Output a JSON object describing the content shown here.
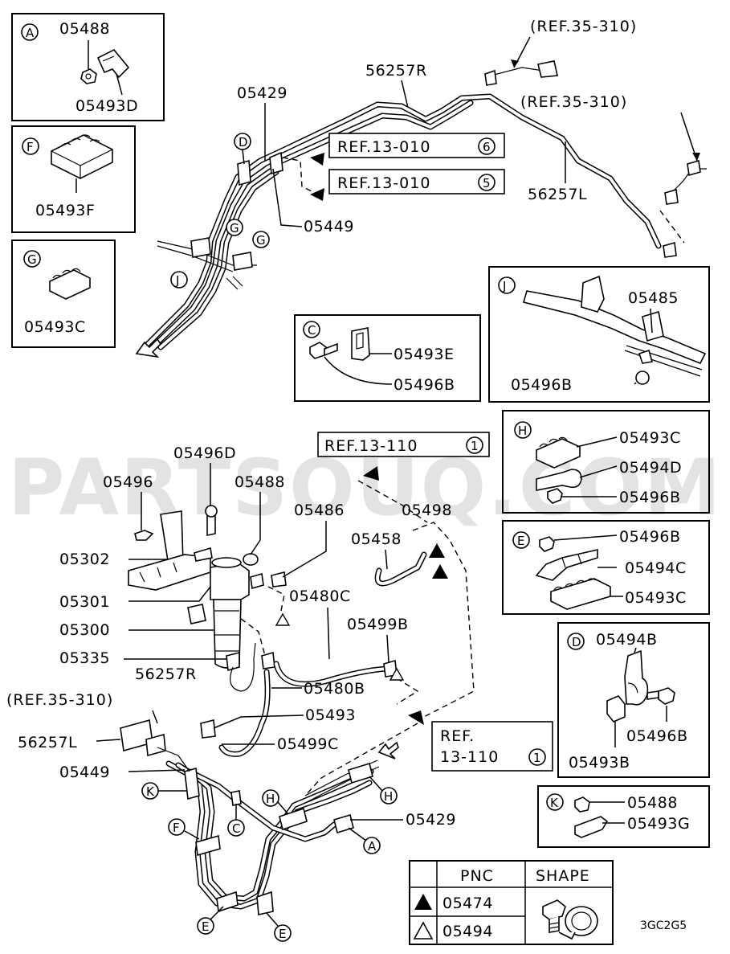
{
  "watermark": "PARTSOUQ.COM",
  "diagram_code": "3GC2G5",
  "refs": {
    "ref_35_310_top": "(REF.35-310)",
    "ref_35_310_right": "(REF.35-310)",
    "ref_35_310_left": "(REF.35-310)",
    "ref_13_010_a": "REF.13-010",
    "ref_13_010_a_num": "6",
    "ref_13_010_b": "REF.13-010",
    "ref_13_010_b_num": "5",
    "ref_13_110_a": "REF.13-110",
    "ref_13_110_a_num": "1",
    "ref_13_110_b_l1": "REF.",
    "ref_13_110_b_l2": "13-110",
    "ref_13_110_b_num": "1"
  },
  "insets": {
    "A": {
      "letter": "A",
      "parts": [
        "05488",
        "05493D"
      ]
    },
    "F": {
      "letter": "F",
      "parts": [
        "05493F"
      ]
    },
    "G": {
      "letter": "G",
      "parts": [
        "05493C"
      ]
    },
    "C": {
      "letter": "C",
      "parts": [
        "05493E",
        "05496B"
      ]
    },
    "J": {
      "letter": "J",
      "parts": [
        "05485",
        "05496B"
      ]
    },
    "H": {
      "letter": "H",
      "parts": [
        "05493C",
        "05494D",
        "05496B"
      ]
    },
    "E": {
      "letter": "E",
      "parts": [
        "05496B",
        "05494C",
        "05493C"
      ]
    },
    "D": {
      "letter": "D",
      "parts": [
        "05494B",
        "05496B",
        "05493B"
      ]
    },
    "K": {
      "letter": "K",
      "parts": [
        "05488",
        "05493G"
      ]
    }
  },
  "callouts": {
    "p56257R": "56257R",
    "p05429_top": "05429",
    "p05449_top": "05449",
    "p56257L_top": "56257L",
    "p05496D": "05496D",
    "p05496": "05496",
    "p05488": "05488",
    "p05486": "05486",
    "p05498": "05498",
    "p05458": "05458",
    "p05302": "05302",
    "p05301": "05301",
    "p05480C": "05480C",
    "p05300": "05300",
    "p05499B": "05499B",
    "p05335": "05335",
    "p56257R_mid": "56257R",
    "p05480B": "05480B",
    "p05493": "05493",
    "p56257L_mid": "56257L",
    "p05499C": "05499C",
    "p05449_mid": "05449",
    "p05429_low": "05429"
  },
  "letter_labels": {
    "D": "D",
    "G1": "G",
    "G2": "G",
    "J": "J",
    "K": "K",
    "F": "F",
    "C": "C",
    "H1": "H",
    "H2": "H",
    "A": "A",
    "E1": "E",
    "E2": "E"
  },
  "legend": {
    "col_pnc": "PNC",
    "col_shape": "SHAPE",
    "rows": [
      {
        "symbol": "filled-triangle",
        "pnc": "05474"
      },
      {
        "symbol": "open-triangle",
        "pnc": "05494"
      }
    ]
  }
}
